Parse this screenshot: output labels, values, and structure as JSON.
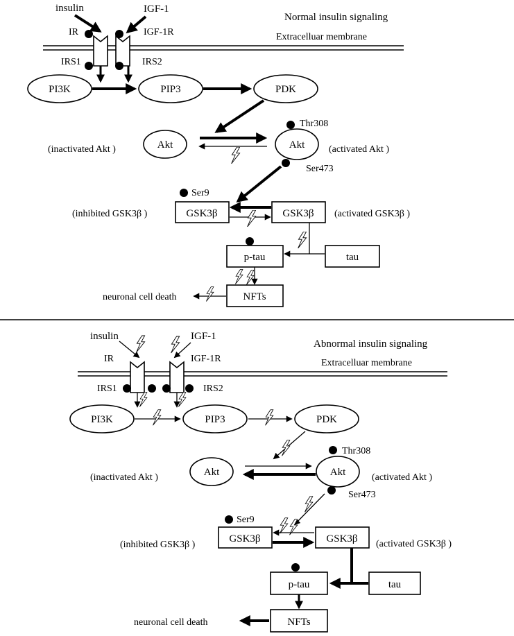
{
  "normal": {
    "title": "Normal insulin signaling",
    "membrane": "Extracelluar membrane",
    "insulin": "insulin",
    "igf1": "IGF-1",
    "ir": "IR",
    "igf1r": "IGF-1R",
    "irs1": "IRS1",
    "irs2": "IRS2",
    "pi3k": "PI3K",
    "pip3": "PIP3",
    "pdk": "PDK",
    "akt_inactive": "Akt",
    "akt_active": "Akt",
    "inactivated_akt": "(inactivated Akt )",
    "activated_akt": "(activated Akt )",
    "thr308": "Thr308",
    "ser473": "Ser473",
    "ser9": "Ser9",
    "gsk_inhibited": "GSK3β",
    "gsk_active": "GSK3β",
    "inhibited_gsk_label": "(inhibited GSK3β )",
    "activated_gsk_label": "(activated GSK3β )",
    "ptau": "p-tau",
    "tau": "tau",
    "nfts": "NFTs",
    "death": "neuronal cell death"
  },
  "abnormal": {
    "title": "Abnormal insulin signaling",
    "membrane": "Extracelluar membrane",
    "insulin": "insulin",
    "igf1": "IGF-1",
    "ir": "IR",
    "igf1r": "IGF-1R",
    "irs1": "IRS1",
    "irs2": "IRS2",
    "pi3k": "PI3K",
    "pip3": "PIP3",
    "pdk": "PDK",
    "akt_inactive": "Akt",
    "akt_active": "Akt",
    "inactivated_akt": "(inactivated Akt )",
    "activated_akt": "(activated Akt )",
    "thr308": "Thr308",
    "ser473": "Ser473",
    "ser9": "Ser9",
    "gsk_inhibited": "GSK3β",
    "gsk_active": "GSK3β",
    "inhibited_gsk_label": "(inhibited GSK3β )",
    "activated_gsk_label": "(activated GSK3β )",
    "ptau": "p-tau",
    "tau": "tau",
    "nfts": "NFTs",
    "death": "neuronal cell death"
  }
}
